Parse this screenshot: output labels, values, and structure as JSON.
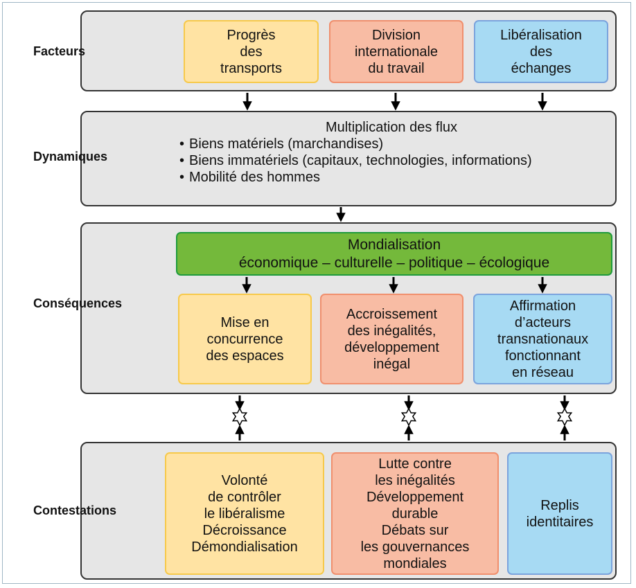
{
  "rows": {
    "facteurs": "Facteurs",
    "dynamiques": "Dynamiques",
    "consequences": "Conséquences",
    "contestations": "Contestations"
  },
  "facteurs": [
    "Progrès\ndes\ntransports",
    "Division\ninternationale\ndu travail",
    "Libéralisation\ndes\néchanges"
  ],
  "dynamiques": {
    "title": "Multiplication des flux",
    "items": [
      "Biens matériels (marchandises)",
      "Biens immatériels (capitaux, technologies, informations)",
      "Mobilité des hommes"
    ]
  },
  "mondialisation": "Mondialisation\néconomique – culturelle – politique – écologique",
  "consequences": [
    "Mise en\nconcurrence\ndes espaces",
    "Accroissement\ndes inégalités,\ndéveloppement\ninégal",
    "Affirmation\nd’acteurs\ntransnationaux\nfonctionnant\nen réseau"
  ],
  "contestations": [
    "Volonté\nde contrôler\nle libéralisme\nDécroissance\nDémondialisation",
    "Lutte contre\nles inégalités\nDéveloppement\ndurable\nDébats sur\nles gouvernances\nmondiales",
    "Replis\nidentitaires"
  ],
  "colors": {
    "yellow": "#ffe3a3",
    "salmon": "#f8bca4",
    "blue": "#a7daf3",
    "green": "#74b93b",
    "panel": "#e6e6e6"
  }
}
